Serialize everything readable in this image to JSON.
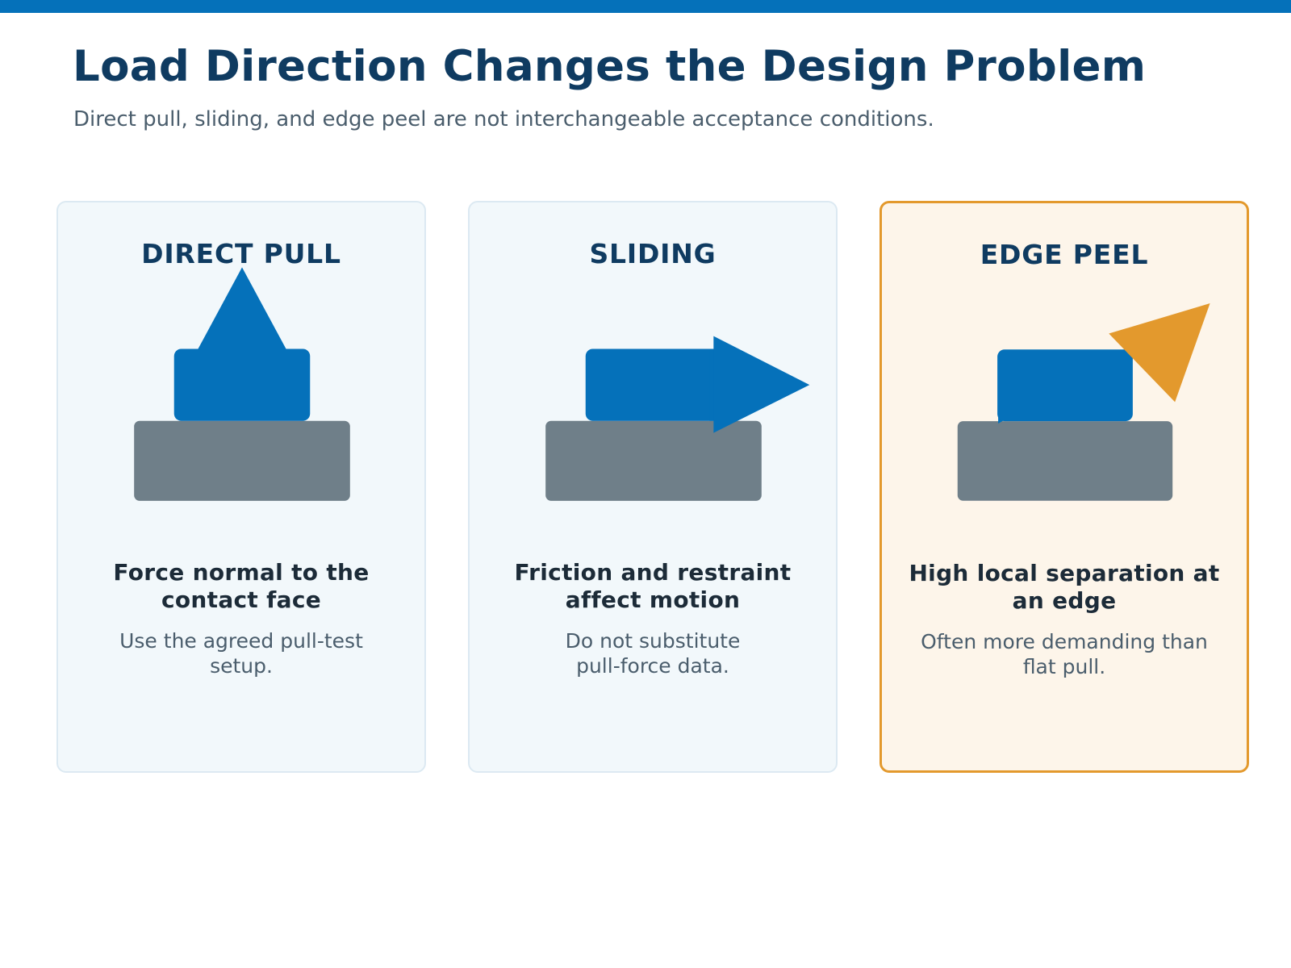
{
  "header": {
    "title": "Load Direction Changes the Design Problem",
    "subtitle": "Direct pull, sliding, and edge peel are not interchangeable acceptance conditions."
  },
  "cards": [
    {
      "heading": "DIRECT PULL",
      "caption": "Force normal to the contact face",
      "note": "Use the agreed pull-test setup.",
      "arrow_icon": "arrow-up-icon"
    },
    {
      "heading": "SLIDING",
      "caption": "Friction and restraint affect motion",
      "note": "Do not substitute pull-force data.",
      "arrow_icon": "arrow-right-icon"
    },
    {
      "heading": "EDGE PEEL",
      "caption": "High local separation at an edge",
      "note": "Often more demanding than flat pull.",
      "arrow_icon": "arrow-diagonal-icon"
    }
  ],
  "colors": {
    "brand_blue": "#0571ba",
    "title_navy": "#0f3b61",
    "substrate_gray": "#6f7f89",
    "accent_orange": "#e3992d",
    "card_bg": "#f2f8fb",
    "highlight_bg": "#fdf5ea"
  }
}
